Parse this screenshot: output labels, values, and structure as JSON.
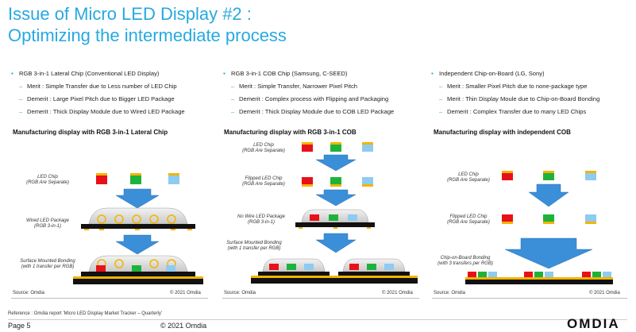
{
  "title": {
    "line1": "Issue of Micro LED Display #2 :",
    "line2": "Optimizing the intermediate process"
  },
  "columns": [
    {
      "heading": "RGB 3-in-1 Lateral Chip (Conventional LED Display)",
      "items": [
        "Merit : Simple Transfer due to Less number of LED Chip",
        "Demerit : Large Pixel Pitch due to Bigger LED Package",
        "Demerit : Thick Display Module due to Wired LED Package"
      ]
    },
    {
      "heading": "RGB 3-in-1 COB Chip (Samsung, C-SEED)",
      "items": [
        "Merit : Simple Transfer, Narrower Pixel Pitch",
        "Demerit : Complex process with Flipping and Packaging",
        "Demerit : Thick Display Module due to COB LED Package"
      ]
    },
    {
      "heading": "Independent Chip-on-Board (LG, Sony)",
      "items": [
        "Merit : Smaller Pixel Pitch due to none-package type",
        "Merit : Thin Display Moule due to Chip-on-Board Bonding",
        "Demerit : Complex Transfer due to many LED Chips"
      ]
    }
  ],
  "sections": {
    "s1": "Manufacturing display with RGB 3-in-1 Lateral Chip",
    "s2": "Manufacturing display with RGB 3-in-1 COB",
    "s3": "Manufacturing display with independent COB"
  },
  "labels": {
    "a_led": [
      "LED Chip",
      "(RGB Are Separate)"
    ],
    "a_pkg": [
      "Wired LED Package",
      "(RGB 3-in-1)"
    ],
    "a_smb": [
      "Surface Mounted Bonding",
      "(with 1 transfer per RGB)"
    ],
    "b_led": [
      "LED Chip",
      "(RGB Are Separate)"
    ],
    "b_flip": [
      "Flipped LED Chip",
      "(RGB Are Separate)"
    ],
    "b_nowire": [
      "No Wire LED Package",
      "(RGB 3-in-1)"
    ],
    "b_smb": [
      "Surface Mounted Bonding",
      "(with 1 transfer per RGB)"
    ],
    "c_led": [
      "LED Chip",
      "(RGB Are Separate)"
    ],
    "c_flip": [
      "Flipped LED Chip",
      "(RGB Are Separate)"
    ],
    "c_cob": [
      "Chip-on-Board Bonding",
      "(with 3 transfers per RGB)"
    ]
  },
  "sources": {
    "left": "Source: Omdia",
    "left_copy": "© 2021 Omdia",
    "mid": "Source: Omdia",
    "mid_copy": "© 2021 Omdia",
    "right": "Source: Omdia",
    "right_copy": "© 2021 Omdia"
  },
  "footer": {
    "reference": "Reference : Omdia report 'Micro LED Display Market Tracker – Quarterly'",
    "page": "Page 5",
    "copyright": "© 2021 Omdia",
    "logo": "OMDIA"
  },
  "colors": {
    "accent": "#27a9e1",
    "red": "#e8101a",
    "green": "#1db33a",
    "blue": "#8ecbf0",
    "pad": "#f4b400",
    "arrow": "#3b8fd8"
  }
}
